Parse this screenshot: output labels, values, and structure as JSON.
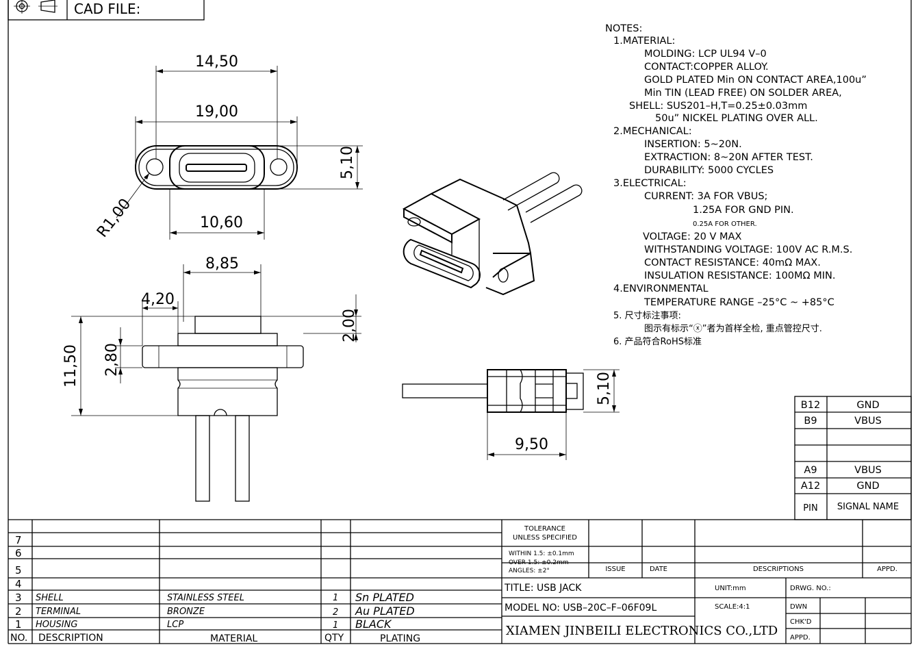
{
  "header": {
    "cad_file_label": "CAD FILE:"
  },
  "dimensions": {
    "width_14_50": "14,50",
    "width_19_00": "19,00",
    "height_5_10": "5,10",
    "radius": "R1,00",
    "width_10_60": "10,60",
    "width_8_85": "8,85",
    "width_4_20": "4,20",
    "height_2_00": "2,00",
    "height_2_80": "2,80",
    "height_11_50": "11,50",
    "side_5_10": "5,10",
    "side_9_50": "9,50"
  },
  "notes": {
    "l01": "NOTES:",
    "l02": "1.MATERIAL:",
    "l03": "MOLDING: LCP UL94 V–0",
    "l04": "CONTACT:COPPER ALLOY.",
    "l05": "GOLD PLATED Min ON CONTACT AREA,100u”",
    "l06": "Min TIN (LEAD FREE) ON SOLDER AREA,",
    "l07": "SHELL: SUS201–H,T=0.25±0.03mm",
    "l08": "50u” NICKEL PLATING OVER ALL.",
    "l09": "2.MECHANICAL:",
    "l10": "INSERTION: 5~20N.",
    "l11": "EXTRACTION: 8~20N AFTER TEST.",
    "l12": "DURABILITY: 5000 CYCLES",
    "l13": "3.ELECTRICAL:",
    "l14": "CURRENT: 3A FOR VBUS;",
    "l15": "1.25A FOR GND PIN.",
    "l16": "0.25A FOR OTHER.",
    "l17": "VOLTAGE: 20 V MAX",
    "l18": "WITHSTANDING VOLTAGE: 100V AC R.M.S.",
    "l19": "CONTACT RESISTANCE: 40mΩ MAX.",
    "l20": "INSULATION RESISTANCE: 100MΩ MIN.",
    "l21": "4.ENVIRONMENTAL",
    "l22": "TEMPERATURE RANGE –25°C ~ +85°C",
    "l23": "5.  尺寸标注事项:",
    "l24": "图示有标示“ⓧ”者为首样全检, 重点管控尺寸.",
    "l25": "6.  产品符合RoHS标准"
  },
  "pin_table": {
    "rows": [
      {
        "pin": "B12",
        "signal": "GND"
      },
      {
        "pin": "B9",
        "signal": "VBUS"
      },
      {
        "pin": "",
        "signal": ""
      },
      {
        "pin": "",
        "signal": ""
      },
      {
        "pin": "A9",
        "signal": "VBUS"
      },
      {
        "pin": "A12",
        "signal": "GND"
      }
    ],
    "header_pin": "PIN",
    "header_signal": "SIGNAL NAME"
  },
  "bom": {
    "rows": [
      {
        "no": "7",
        "desc": "",
        "material": "",
        "qty": "",
        "plating": ""
      },
      {
        "no": "6",
        "desc": "",
        "material": "",
        "qty": "",
        "plating": ""
      },
      {
        "no": "5",
        "desc": "",
        "material": "",
        "qty": "",
        "plating": ""
      },
      {
        "no": "4",
        "desc": "",
        "material": "",
        "qty": "",
        "plating": ""
      },
      {
        "no": "3",
        "desc": "SHELL",
        "material": "STAINLESS STEEL",
        "qty": "1",
        "plating": "Sn PLATED"
      },
      {
        "no": "2",
        "desc": "TERMINAL",
        "material": "BRONZE",
        "qty": "2",
        "plating": "Au PLATED"
      },
      {
        "no": "1",
        "desc": "HOUSING",
        "material": "LCP",
        "qty": "1",
        "plating": "BLACK"
      }
    ],
    "header": {
      "no": "NO.",
      "desc": "DESCRIPTION",
      "material": "MATERIAL",
      "qty": "QTY",
      "plating": "PLATING"
    }
  },
  "title_block": {
    "tolerance_1": "TOLERANCE",
    "tolerance_2": "UNLESS SPECIFIED",
    "within": "WITHIN 1.5: ±0.1mm",
    "over": "OVER 1.5:  ±0.2mm",
    "angles": "ANGLES: ±2°",
    "issue": "ISSUE",
    "date": "DATE",
    "descriptions": "DESCRIPTIONS",
    "appd": "APPD.",
    "title": "TITLE:  USB JACK",
    "unit": "UNIT:mm",
    "drwg_no": "DRWG. NO.:",
    "model": "MODEL  NO: USB–20C–F–06F09L",
    "scale": "SCALE:4:1",
    "dwn": "DWN",
    "chkd": "CHK'D",
    "appd2": "APPD.",
    "company": "XIAMEN JINBEILI ELECTRONICS CO.,LTD"
  }
}
